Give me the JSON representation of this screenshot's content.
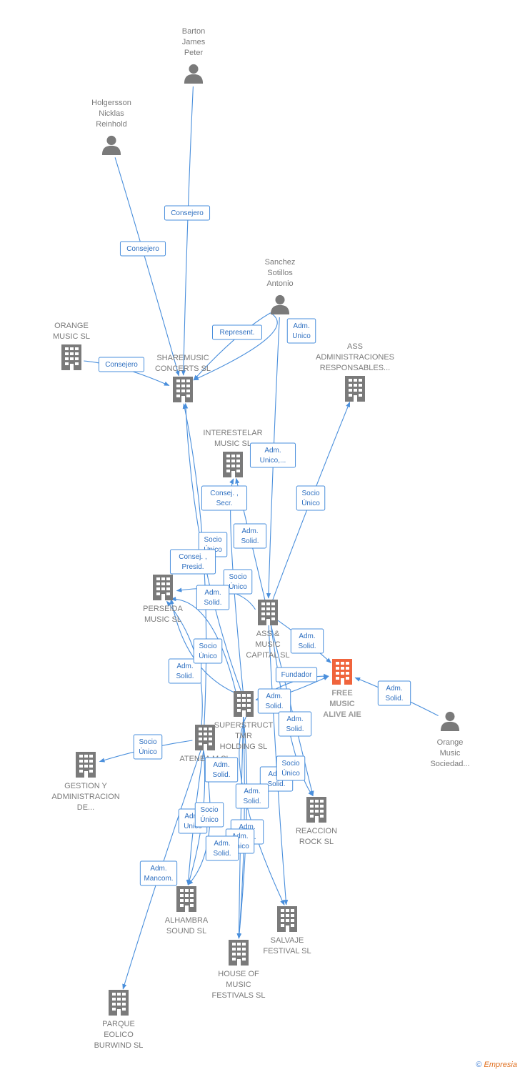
{
  "nodes": [
    {
      "id": "barton",
      "type": "person",
      "label": [
        "Barton",
        "James",
        "Peter"
      ]
    },
    {
      "id": "holgersson",
      "type": "person",
      "label": [
        "Holgersson",
        "Nicklas",
        "Reinhold"
      ]
    },
    {
      "id": "sanchez",
      "type": "person",
      "label": [
        "Sanchez",
        "Sotillos",
        "Antonio"
      ]
    },
    {
      "id": "orange_music",
      "type": "company",
      "label": [
        "ORANGE",
        "MUSIC  SL"
      ]
    },
    {
      "id": "sharemusic",
      "type": "company",
      "label": [
        "SHAREMUSIC",
        "CONCERTS  SL"
      ]
    },
    {
      "id": "ass_admin",
      "type": "company",
      "label": [
        "ASS",
        "ADMINISTRACIONES",
        "RESPONSABLES..."
      ]
    },
    {
      "id": "interestelar",
      "type": "company",
      "label": [
        "INTERESTELAR",
        "MUSIC  SL"
      ]
    },
    {
      "id": "perseida",
      "type": "company",
      "label": [
        "PERSEIDA",
        "MUSIC  SL"
      ]
    },
    {
      "id": "ass_music",
      "type": "company",
      "label": [
        "ASS &",
        "MUSIC",
        "CAPITAL SL"
      ]
    },
    {
      "id": "free_music",
      "type": "company",
      "highlight": true,
      "label": [
        "FREE",
        "MUSIC",
        "ALIVE AIE"
      ]
    },
    {
      "id": "orange_soc",
      "type": "person",
      "label": [
        "Orange",
        "Music",
        "Sociedad..."
      ]
    },
    {
      "id": "superstruct",
      "type": "company",
      "label": [
        "SUPERSTRUCT",
        "TMR",
        "HOLDING  SL"
      ]
    },
    {
      "id": "atenea",
      "type": "company",
      "label": [
        "ATENEA M SL"
      ]
    },
    {
      "id": "gestion",
      "type": "company",
      "label": [
        "GESTION Y",
        "ADMINISTRACION",
        "DE..."
      ]
    },
    {
      "id": "reaccion",
      "type": "company",
      "label": [
        "REACCION",
        "ROCK SL"
      ]
    },
    {
      "id": "alhambra",
      "type": "company",
      "label": [
        "ALHAMBRA",
        "SOUND  SL"
      ]
    },
    {
      "id": "salvaje",
      "type": "company",
      "label": [
        "SALVAJE",
        "FESTIVAL  SL"
      ]
    },
    {
      "id": "house",
      "type": "company",
      "label": [
        "HOUSE OF",
        "MUSIC",
        "FESTIVALS  SL"
      ]
    },
    {
      "id": "parque",
      "type": "company",
      "label": [
        "PARQUE",
        "EOLICO",
        "BURWIND  SL"
      ]
    }
  ],
  "edges": [
    {
      "label": [
        "Consejero"
      ]
    },
    {
      "label": [
        "Consejero"
      ]
    },
    {
      "label": [
        "Consejero"
      ]
    },
    {
      "label": [
        "Represent."
      ]
    },
    {
      "label": [
        "Adm.",
        "Unico"
      ]
    },
    {
      "label": [
        "Adm.",
        "Unico,..."
      ]
    },
    {
      "label": [
        "Socio",
        "Único"
      ]
    },
    {
      "label": [
        "Consej. ,",
        "Secr."
      ]
    },
    {
      "label": [
        "Adm.",
        "Solid."
      ]
    },
    {
      "label": [
        "Socio",
        "Único"
      ]
    },
    {
      "label": [
        "Consej. ,",
        "Presid."
      ]
    },
    {
      "label": [
        "Socio",
        "Único"
      ]
    },
    {
      "label": [
        "Adm.",
        "Solid."
      ]
    },
    {
      "label": [
        "Adm.",
        "Solid."
      ]
    },
    {
      "label": [
        "Socio",
        "Único"
      ]
    },
    {
      "label": [
        "Adm.",
        "Solid."
      ]
    },
    {
      "label": [
        "Fundador"
      ]
    },
    {
      "label": [
        "Adm.",
        "Solid."
      ]
    },
    {
      "label": [
        "Adm.",
        "Solid."
      ]
    },
    {
      "label": [
        "Adm.",
        "Solid."
      ]
    },
    {
      "label": [
        "Socio",
        "Único"
      ]
    },
    {
      "label": [
        "Adm.",
        "Solid."
      ]
    },
    {
      "label": [
        "Adm.",
        "Solid."
      ]
    },
    {
      "label": [
        "Adm.",
        "Solid."
      ]
    },
    {
      "label": [
        "Socio",
        "Único"
      ]
    },
    {
      "label": [
        "Adm.",
        "Unico"
      ]
    },
    {
      "label": [
        "Socio",
        "Único"
      ]
    },
    {
      "label": [
        "Adm.",
        "Solid."
      ]
    },
    {
      "label": [
        "Adm.",
        "Unico"
      ]
    },
    {
      "label": [
        "Adm.",
        "Solid."
      ]
    },
    {
      "label": [
        "Adm.",
        "Mancom."
      ]
    }
  ],
  "colors": {
    "edge": "#4a8fdc",
    "node": "#7a7a7a",
    "highlight": "#f0643c"
  },
  "footer": {
    "copyright": "©",
    "brand": "Empresia"
  }
}
